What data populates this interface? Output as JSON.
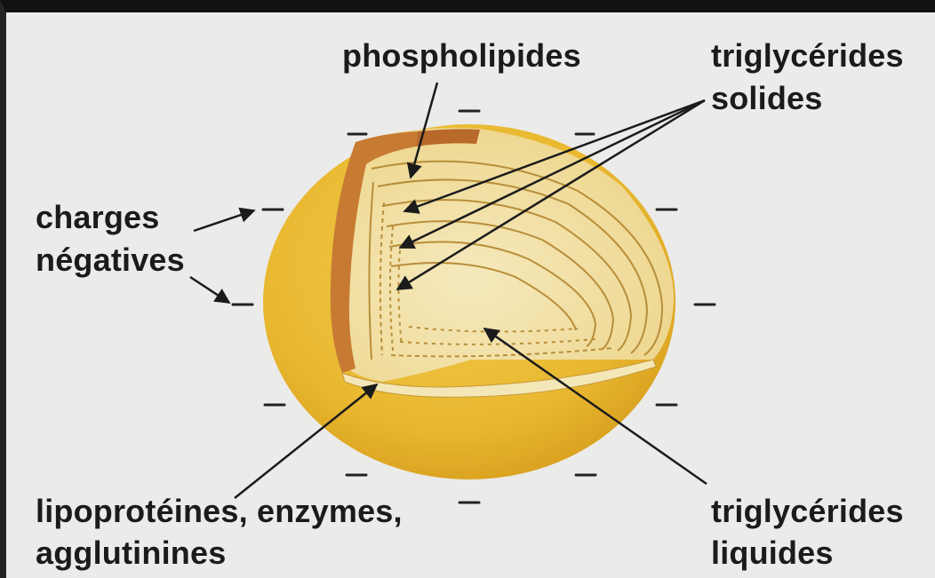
{
  "labels": {
    "phospholipides": "phospholipides",
    "tg_solides_line1": "triglycérides",
    "tg_solides_line2": "solides",
    "charges_line1": "charges",
    "charges_line2": "négatives",
    "lipo_line1": "lipoprotéines, enzymes,",
    "lipo_line2": "agglutinines",
    "tg_liquides_line1": "triglycérides",
    "tg_liquides_line2": "liquides"
  },
  "charge_symbol": "–",
  "colors": {
    "sphere_outer": "#e9b830",
    "sphere_shadow": "#d9a21f",
    "phospholipid_layer": "#c77a32",
    "inner_light": "#f2e2a6",
    "rings": "#b88e3a",
    "background": "#ebebe9",
    "text": "#1b1b1b"
  }
}
